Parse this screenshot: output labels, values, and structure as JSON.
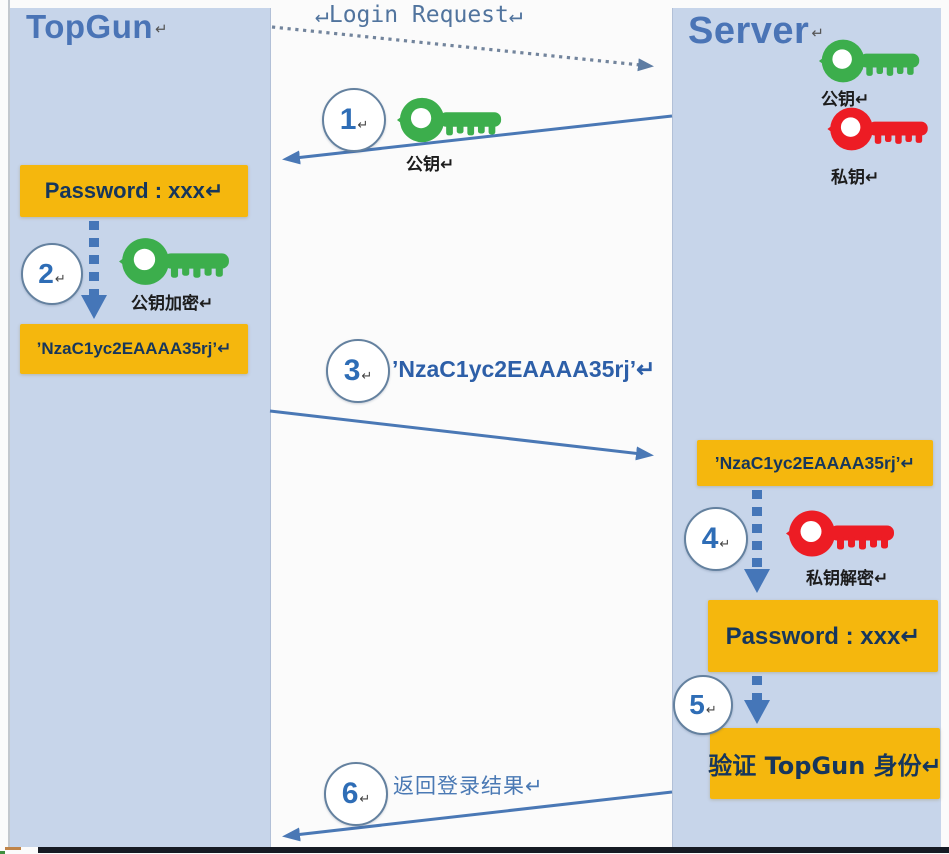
{
  "marks": {
    "return": "↵"
  },
  "colors": {
    "panel_blue": "#c7d5ea",
    "box_orange": "#f5b70d",
    "box_text_navy": "#16365c",
    "arrow_blue": "#4a78b5",
    "title_blue": "#4a74b6",
    "key_green": "#3cae4c",
    "key_red": "#ed1c24",
    "dotted_gray": "#72849c"
  },
  "actors": {
    "client": {
      "label": "TopGun"
    },
    "server": {
      "label": "Server"
    }
  },
  "server_keys": {
    "public_label": "公钥↵",
    "private_label": "私钥↵"
  },
  "messages": {
    "login_request": {
      "label": "↵Login Request↵"
    },
    "step1": {
      "num": "1",
      "key_label": "公钥↵"
    },
    "step2": {
      "num": "2",
      "key_label": "公钥加密↵"
    },
    "step3": {
      "num": "3",
      "label": "’NzaC1yc2EAAAA35rj’↵"
    },
    "step4": {
      "num": "4",
      "key_label": "私钥解密↵"
    },
    "step5": {
      "num": "5"
    },
    "step6": {
      "num": "6",
      "label": "返回登录结果↵"
    }
  },
  "boxes": {
    "client_password": "Password : xxx↵",
    "client_ciphertext": "’NzaC1yc2EAAAA35rj’↵",
    "server_ciphertext": "’NzaC1yc2EAAAA35rj’↵",
    "server_password": "Password : xxx↵",
    "server_verify": "验证 TopGun 身份↵"
  }
}
